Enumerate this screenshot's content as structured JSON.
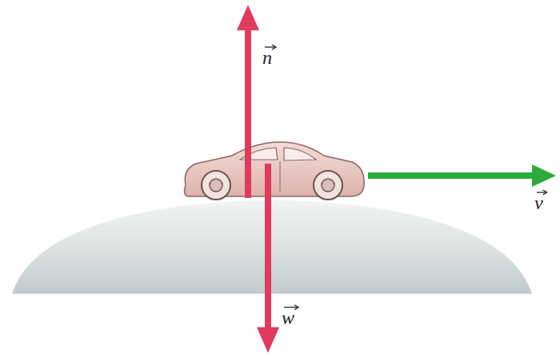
{
  "diagram": {
    "labels": [
      "n",
      "w",
      "v"
    ]
  }
}
